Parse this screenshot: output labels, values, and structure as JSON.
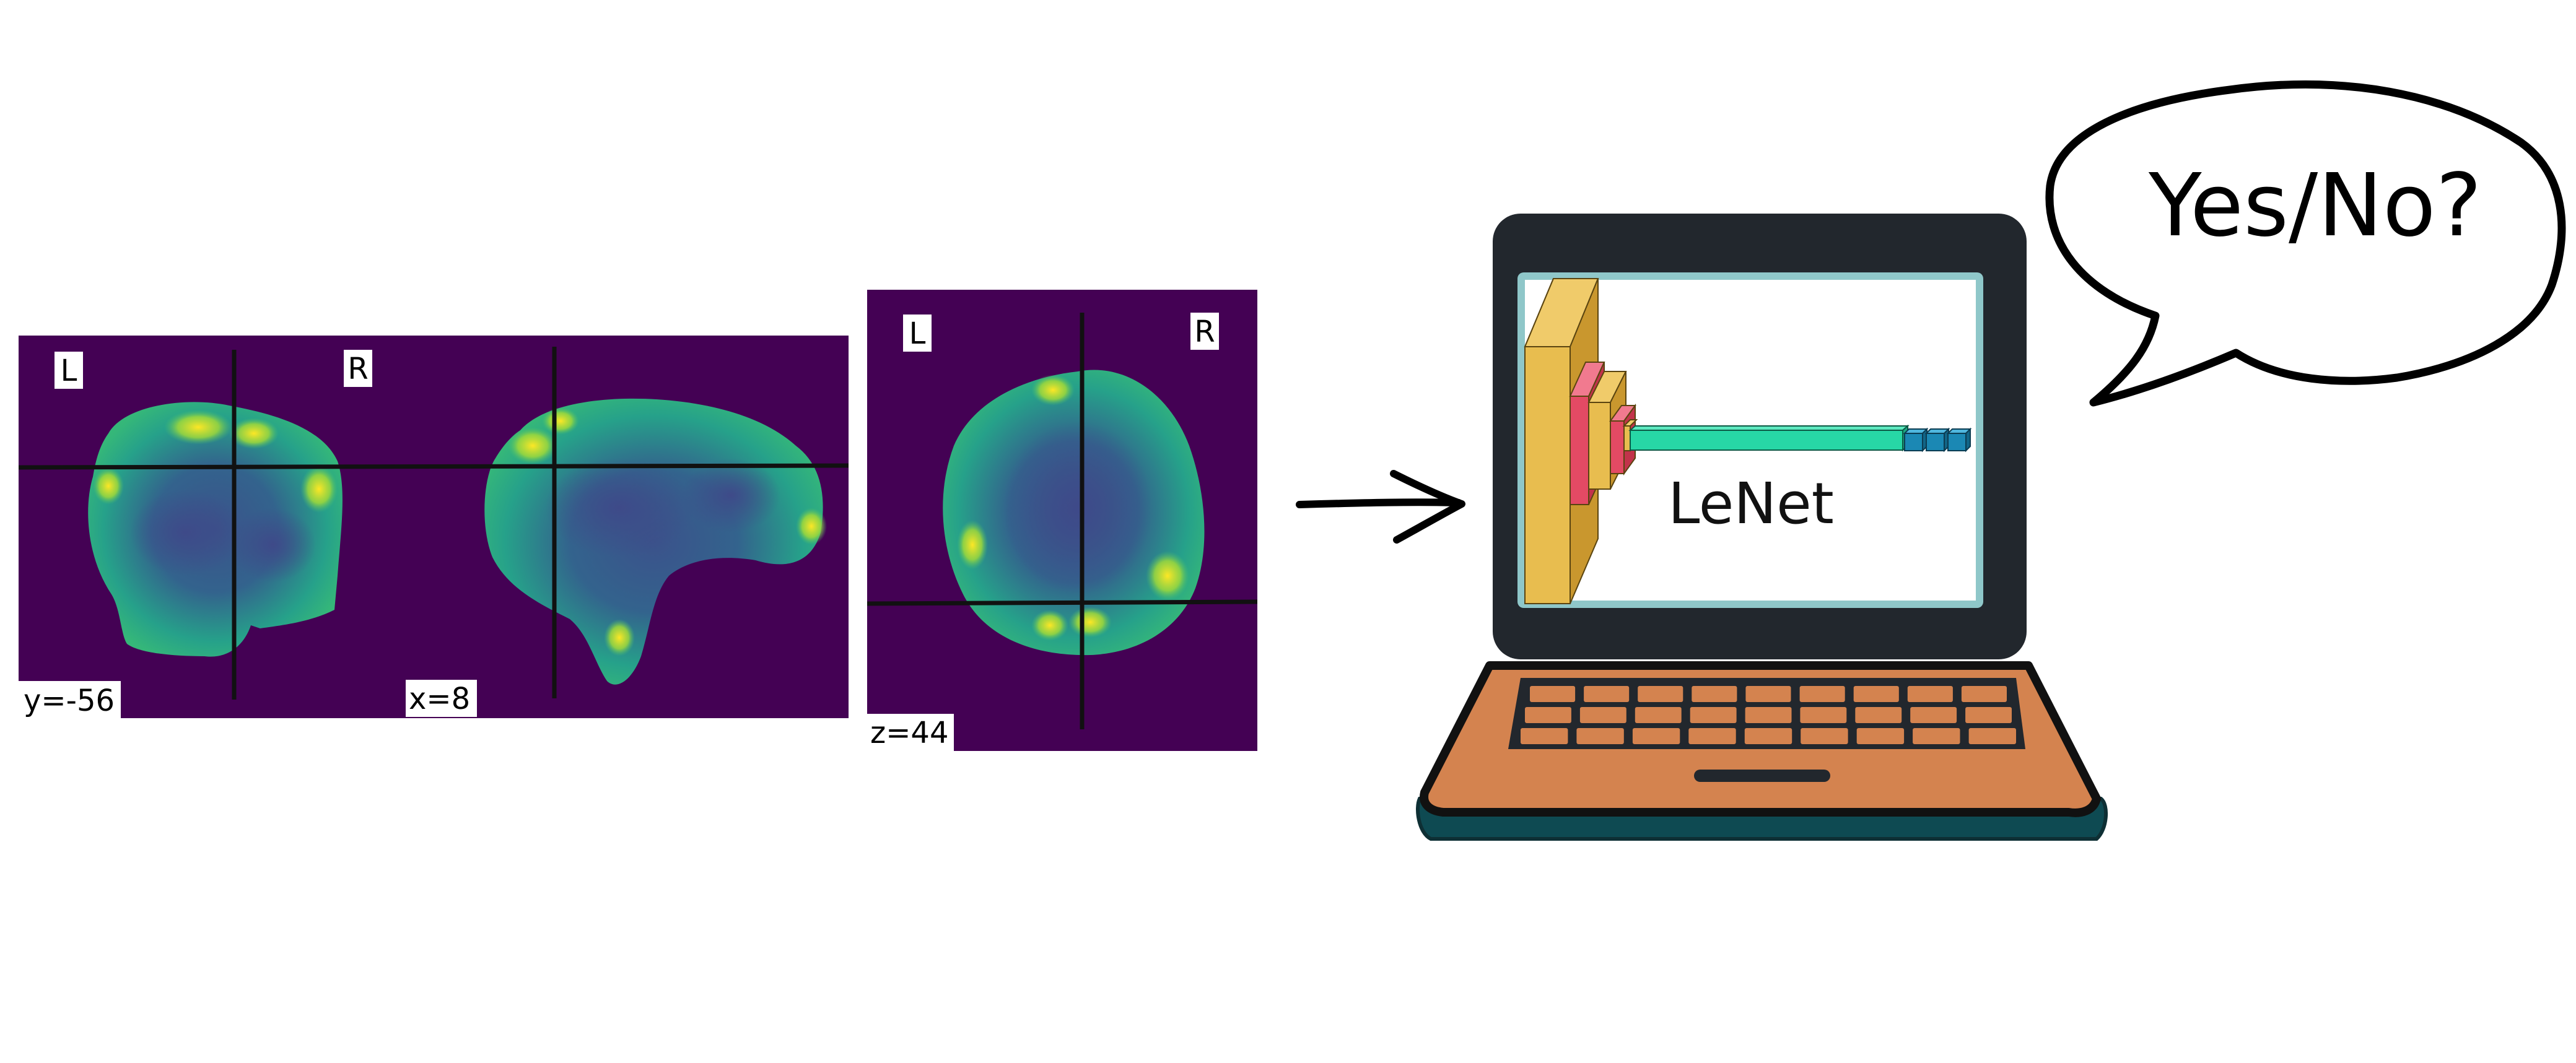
{
  "brain_slices": {
    "coronal": {
      "left_label": "L",
      "right_label": "R",
      "coord_label": "y=-56"
    },
    "sagittal": {
      "coord_label": "x=8"
    },
    "axial": {
      "left_label": "L",
      "right_label": "R",
      "coord_label": "z=44"
    }
  },
  "model": {
    "label": "LeNet"
  },
  "speech_bubble": {
    "text": "Yes/No?"
  },
  "colors": {
    "slice_background": "#440154",
    "brain_base": "#31688e",
    "brain_mid": "#26a18a",
    "brain_hot": "#fde725",
    "laptop_bezel": "#22272d",
    "screen_frame": "#8fc7c9",
    "keyboard_deck": "#d4834f",
    "laptop_base": "#0e4a52",
    "conv_layer": "#e8bd4f",
    "pool_layer": "#e34a64",
    "dense_layer": "#27d7a6",
    "output_layer": "#1b88b4"
  },
  "icons": [
    "arrow-right-icon",
    "laptop-icon",
    "speech-bubble-icon"
  ]
}
